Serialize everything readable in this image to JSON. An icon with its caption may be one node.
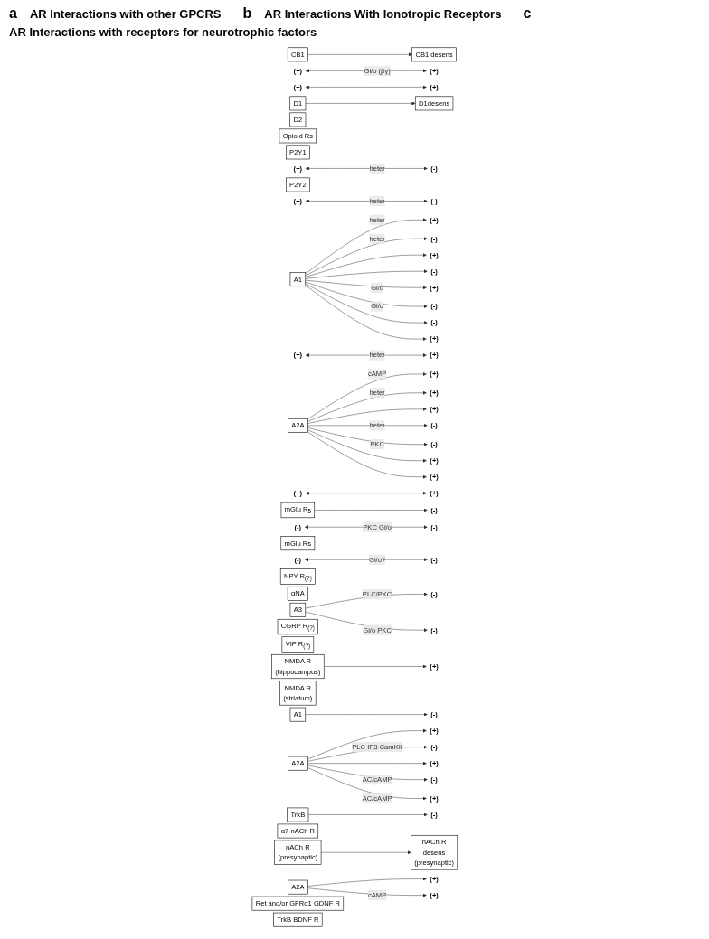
{
  "diagram": {
    "nodes": [
      {
        "text": [
          "D1desens"
        ]
      },
      {
        "text": [
          "CB1 desens"
        ]
      },
      {
        "text": [
          "CB1"
        ]
      },
      {
        "text": [
          "(+)"
        ]
      },
      {
        "text": [
          "(+)"
        ]
      },
      {
        "text": [
          "(+)"
        ]
      },
      {
        "text": [
          "(+)"
        ]
      },
      {
        "text": [
          "(+)"
        ]
      },
      {
        "text": [
          "(+)"
        ]
      },
      {
        "text": [
          "(+)"
        ]
      },
      {
        "text": [
          "(+)"
        ]
      },
      {
        "text": [
          "D1"
        ]
      },
      {
        "text": [
          "(-)"
        ]
      },
      {
        "text": [
          "(+)"
        ]
      },
      {
        "text": [
          "D2"
        ]
      },
      {
        "text": [
          "(-)"
        ]
      },
      {
        "text": [
          "(-)"
        ]
      },
      {
        "text": [
          "Opioid Rs"
        ]
      },
      {
        "text": [
          "P2Y1"
        ]
      },
      {
        "text": [
          "(+)"
        ]
      },
      {
        "text": [
          "(-)"
        ]
      },
      {
        "text": [
          "(-)"
        ]
      },
      {
        "text": [
          "P2Y2"
        ]
      },
      {
        "text": [
          "(+)"
        ]
      },
      {
        "text": [
          "(-)"
        ]
      },
      {
        "text": [
          "A1"
        ]
      },
      {
        "text": [
          "(+)"
        ]
      },
      {
        "text": [
          "(+)"
        ]
      },
      {
        "text": [
          "A2A"
        ]
      },
      {
        "text": [
          "(+)"
        ]
      },
      {
        "text": [
          "(+)"
        ]
      },
      {
        "text": [
          "mGlu R$_{5}$"
        ]
      },
      {
        "text": [
          "(-)"
        ]
      },
      {
        "text": [
          "(-)"
        ]
      },
      {
        "text": [
          "(-)"
        ]
      },
      {
        "text": [
          "(-)"
        ]
      },
      {
        "text": [
          "(+)"
        ]
      },
      {
        "text": [
          "(-)"
        ]
      },
      {
        "text": [
          "mGlu Rs"
        ]
      },
      {
        "text": [
          "(-)"
        ]
      },
      {
        "text": [
          "(-)"
        ]
      },
      {
        "text": [
          "(-)"
        ]
      },
      {
        "text": [
          "NPY R$_{(?)}$"
        ]
      },
      {
        "text": [
          "αNA"
        ]
      },
      {
        "text": [
          "A3"
        ]
      },
      {
        "text": [
          "(-)"
        ]
      },
      {
        "text": [
          "CGRP R$_{(?)}$"
        ]
      },
      {
        "text": [
          "(+)"
        ]
      },
      {
        "text": [
          "(+)"
        ]
      },
      {
        "text": [
          "VIP R$_{(?)}$"
        ]
      },
      {
        "text": [
          "(+)"
        ]
      },
      {
        "text": [
          "NMDA R",
          "(hippocampus)"
        ]
      },
      {
        "text": [
          "NMDA R",
          "(striatum)"
        ]
      },
      {
        "text": [
          "(-)"
        ]
      },
      {
        "text": [
          "(+)"
        ]
      },
      {
        "text": [
          "(-)"
        ]
      },
      {
        "text": [
          "(+)"
        ]
      },
      {
        "text": [
          "A1"
        ]
      },
      {
        "text": [
          "A2A"
        ]
      },
      {
        "text": [
          "(+)"
        ]
      },
      {
        "text": [
          "TrkB"
        ]
      },
      {
        "text": [
          "(-)"
        ]
      },
      {
        "text": [
          "(-)"
        ]
      },
      {
        "text": [
          "(+)"
        ]
      },
      {
        "text": [
          "α7 nACh R"
        ]
      },
      {
        "text": [
          "nACh R",
          "(presynaptic)"
        ]
      },
      {
        "text": [
          "nACh R",
          "desens",
          "(presynaptic)"
        ]
      },
      {
        "text": [
          "A2A"
        ]
      },
      {
        "text": [
          "(+)"
        ]
      },
      {
        "text": [
          "(+)"
        ]
      },
      {
        "text": [
          "Ret and/or GFRα1 GDNF R"
        ]
      },
      {
        "text": [
          "TrkB BDNF R"
        ]
      }
    ],
    "edges": [
      {
        "from": 11,
        "to": 0,
        "arrow": "to"
      },
      {
        "from": 25,
        "to": 7,
        "arrow": "to",
        "label": "heter"
      },
      {
        "from": 25,
        "to": 12,
        "arrow": "to",
        "label": "heter"
      },
      {
        "from": 25,
        "to": 4,
        "arrow": "to"
      },
      {
        "from": 2,
        "to": 1,
        "arrow": "to"
      },
      {
        "from": 5,
        "to": 13,
        "arrow": "both"
      },
      {
        "from": 28,
        "to": 10,
        "arrow": "to",
        "label": "cAMP"
      },
      {
        "from": 28,
        "to": 6,
        "arrow": "to",
        "label": "heter"
      },
      {
        "from": 28,
        "to": 8,
        "arrow": "to"
      },
      {
        "from": 28,
        "to": 15,
        "arrow": "to",
        "label": "heter"
      },
      {
        "from": 3,
        "to": 9,
        "arrow": "both",
        "label": "Gi/o (βγ)"
      },
      {
        "from": 31,
        "to": 16,
        "arrow": "to"
      },
      {
        "from": 29,
        "to": 30,
        "arrow": "both"
      },
      {
        "from": 19,
        "to": 20,
        "arrow": "both",
        "label": "heter"
      },
      {
        "from": 23,
        "to": 24,
        "arrow": "both",
        "label": "heter"
      },
      {
        "from": 25,
        "to": 21,
        "arrow": "to"
      },
      {
        "from": 26,
        "to": 27,
        "arrow": "both",
        "label": "heter"
      },
      {
        "from": 28,
        "to": 32,
        "arrow": "to",
        "label": "PKC"
      },
      {
        "from": 25,
        "to": 36,
        "arrow": "to",
        "label": "Gi/o"
      },
      {
        "from": 37,
        "to": 33,
        "arrow": "both",
        "label": "PKC Gi/o"
      },
      {
        "from": 44,
        "to": 34,
        "arrow": "to",
        "label": "PLC/PKC"
      },
      {
        "from": 44,
        "to": 40,
        "arrow": "to",
        "label": "Gi/o PKC"
      },
      {
        "from": 41,
        "to": 35,
        "arrow": "both",
        "label": "Gi/o?"
      },
      {
        "from": 25,
        "to": 39,
        "arrow": "to",
        "label": "Gi/o"
      },
      {
        "from": 25,
        "to": 45,
        "arrow": "to"
      },
      {
        "from": 25,
        "to": 48,
        "arrow": "to"
      },
      {
        "from": 28,
        "to": 47,
        "arrow": "to"
      },
      {
        "from": 28,
        "to": 50,
        "arrow": "to"
      },
      {
        "from": 57,
        "to": 53,
        "arrow": "to"
      },
      {
        "from": 51,
        "to": 56,
        "arrow": "to"
      },
      {
        "from": 58,
        "to": 54,
        "arrow": "to"
      },
      {
        "from": 58,
        "to": 55,
        "arrow": "to",
        "label": "PLC IP3 CamKII"
      },
      {
        "from": 58,
        "to": 59,
        "arrow": "to"
      },
      {
        "from": 60,
        "to": 62,
        "arrow": "to"
      },
      {
        "from": 58,
        "to": 61,
        "arrow": "to",
        "label": "AC/cAMP"
      },
      {
        "from": 58,
        "to": 63,
        "arrow": "to",
        "label": "AC/cAMP"
      },
      {
        "from": 65,
        "to": 66,
        "arrow": "to"
      },
      {
        "from": 67,
        "to": 68,
        "arrow": "to"
      },
      {
        "from": 67,
        "to": 69,
        "arrow": "to",
        "label": "cAMP"
      }
    ],
    "labels": [
      "a",
      "AR Interactions with other GPCRS",
      "b",
      "AR Interactions With Ionotropic Receptors",
      "c",
      "AR Interactions with receptors for neurotrophic factors"
    ]
  }
}
